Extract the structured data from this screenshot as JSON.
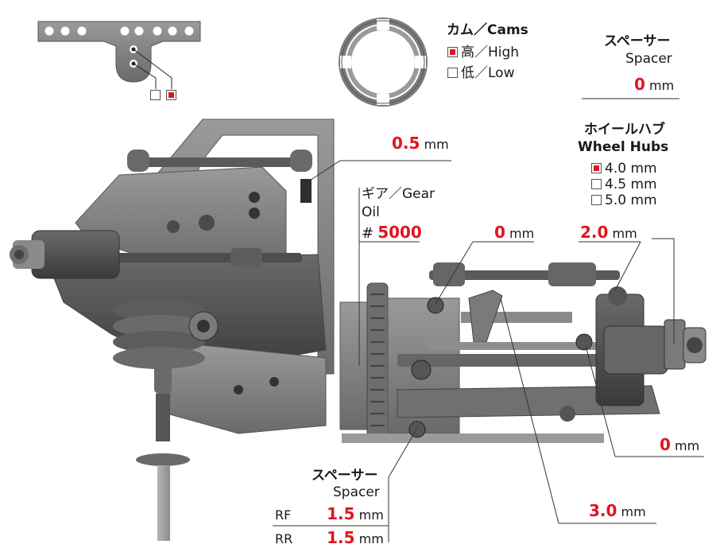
{
  "colors": {
    "accent_red": "#e0151f",
    "part_gray": "#7a7a7a",
    "part_dark": "#4a4a4a",
    "leader": "#333333"
  },
  "cams": {
    "title": "カム／Cams",
    "options": [
      {
        "label": "高／High",
        "selected": true
      },
      {
        "label": "低／Low",
        "selected": false
      }
    ]
  },
  "top_spacer": {
    "label_jp": "スペーサー",
    "label_en": "Spacer",
    "value": "0",
    "unit": "mm"
  },
  "wheel_hubs": {
    "label_jp": "ホイールハブ",
    "label_en": "Wheel Hubs",
    "options": [
      {
        "label": "4.0 mm",
        "selected": true
      },
      {
        "label": "4.5 mm",
        "selected": false
      },
      {
        "label": "5.0 mm",
        "selected": false
      }
    ]
  },
  "upper_link_dim": {
    "value": "0.5",
    "unit": "mm"
  },
  "gear_oil": {
    "label_line1": "ギア／Gear",
    "label_line2": "Oil",
    "prefix": "#",
    "value": "5000"
  },
  "mid_dim_left": {
    "value": "0",
    "unit": "mm"
  },
  "mid_dim_right": {
    "value": "2.0",
    "unit": "mm"
  },
  "lower_dim_right": {
    "value": "0",
    "unit": "mm"
  },
  "bottom_dim": {
    "value": "3.0",
    "unit": "mm"
  },
  "bottom_spacer": {
    "label_jp": "スペーサー",
    "label_en": "Spacer",
    "rows": [
      {
        "name": "RF",
        "value": "1.5",
        "unit": "mm"
      },
      {
        "name": "RR",
        "value": "1.5",
        "unit": "mm"
      }
    ]
  },
  "mount_plate_icons": {
    "left_box": {
      "selected": false
    },
    "right_box": {
      "selected": true
    }
  }
}
